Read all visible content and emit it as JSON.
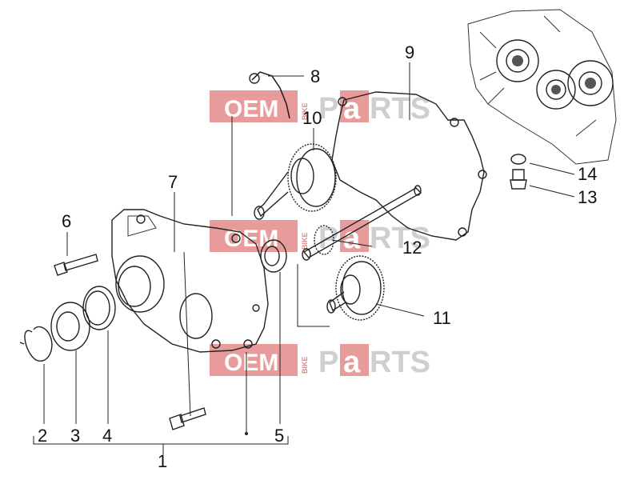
{
  "watermark": {
    "oem": "OEM",
    "bike": "BIKE",
    "p": "P",
    "a": "a",
    "rts": "RTS",
    "color": "#e07a7a"
  },
  "callouts": {
    "c1": "1",
    "c2": "2",
    "c3": "3",
    "c4": "4",
    "c5": "5",
    "c6": "6",
    "c7": "7",
    "c8": "8",
    "c9": "9",
    "c10": "10",
    "c11": "11",
    "c12": "12",
    "c13": "13",
    "c14": "14"
  }
}
